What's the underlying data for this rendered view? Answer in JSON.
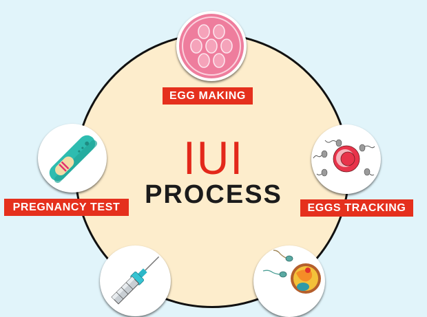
{
  "title": {
    "main": "IUI",
    "sub": "PROCESS"
  },
  "colors": {
    "background": "#e1f4fa",
    "circle_fill": "#fdedcc",
    "circle_border": "#111111",
    "label_bg": "#e5301d",
    "label_text": "#ffffff",
    "title_main": "#e3281a",
    "title_sub": "#1b1b1b"
  },
  "steps": [
    {
      "label": "EGG MAKING",
      "icon": "egg-cluster-icon",
      "position": "top"
    },
    {
      "label": "EGGS TRACKING",
      "icon": "egg-tracking-icon",
      "position": "right"
    },
    {
      "label": "",
      "icon": "fertilization-icon",
      "position": "bottom-right"
    },
    {
      "label": "",
      "icon": "syringe-icon",
      "position": "bottom-left"
    },
    {
      "label": "PREGNANCY TEST",
      "icon": "pregnancy-test-icon",
      "position": "left"
    }
  ]
}
